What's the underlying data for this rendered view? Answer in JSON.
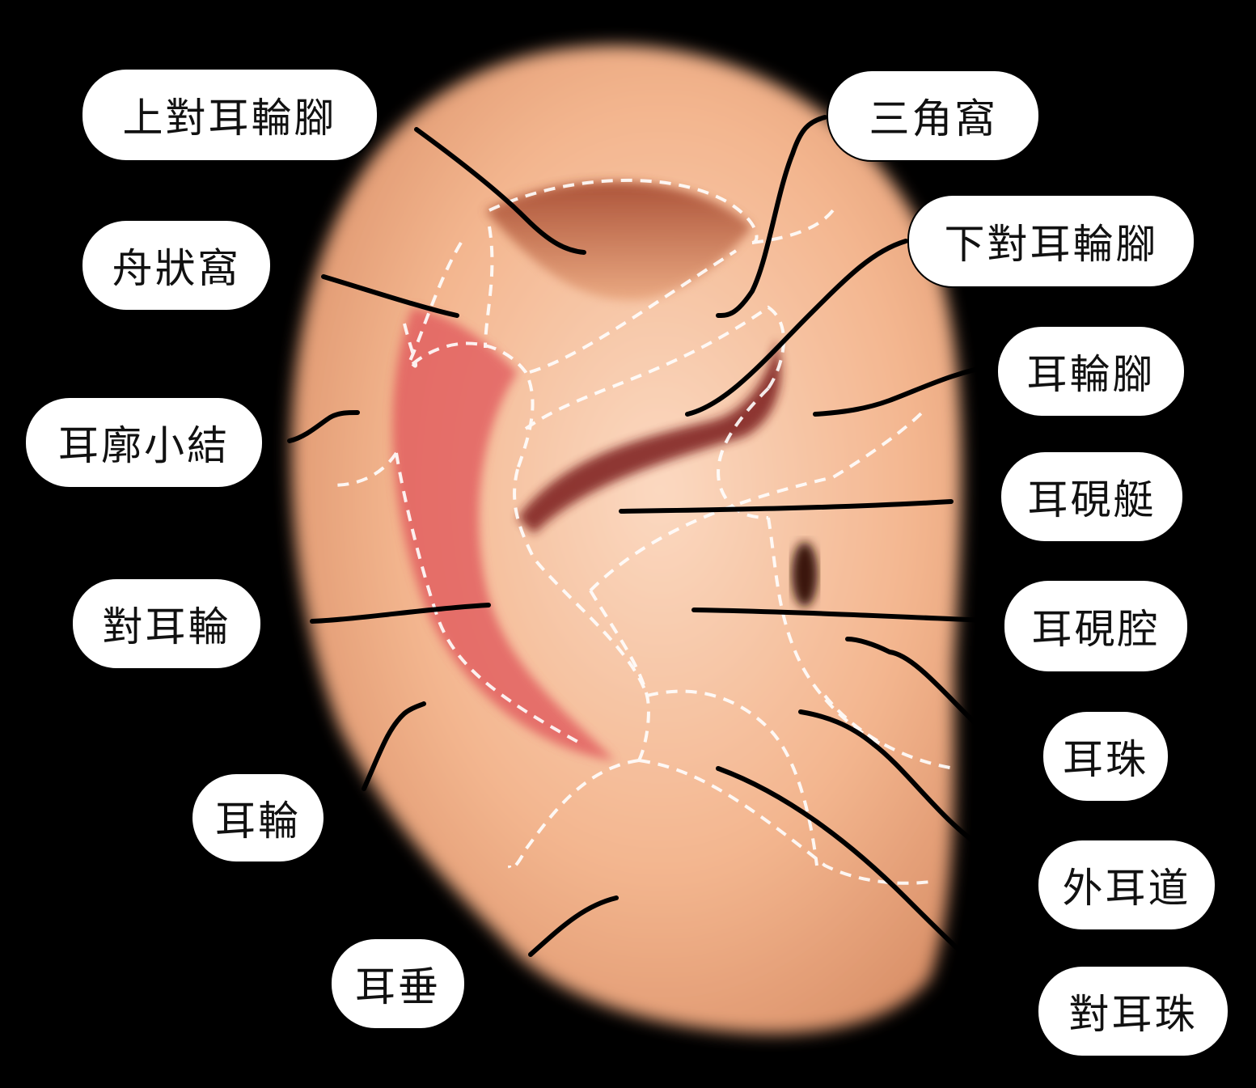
{
  "labels": {
    "superior_antihelix_crus": "上對耳輪腳",
    "scaphoid_fossa": "舟狀窩",
    "helix_tubercle": "耳廓小結",
    "antihelix": "對耳輪",
    "helix": "耳輪",
    "earlobe": "耳垂",
    "triangular_fossa": "三角窩",
    "inferior_antihelix_crus": "下對耳輪腳",
    "helix_crus": "耳輪腳",
    "cymba_conchae": "耳硯艇",
    "cavum_conchae": "耳硯腔",
    "tragus": "耳珠",
    "external_meatus": "外耳道",
    "antitragus": "對耳珠"
  },
  "colors": {
    "background": "#000000",
    "skin": "#f3b58e",
    "skin_red": "#e0545a",
    "label_fill": "#ffffff",
    "leader_line": "#000000",
    "zone_outline": "#ffffff"
  }
}
